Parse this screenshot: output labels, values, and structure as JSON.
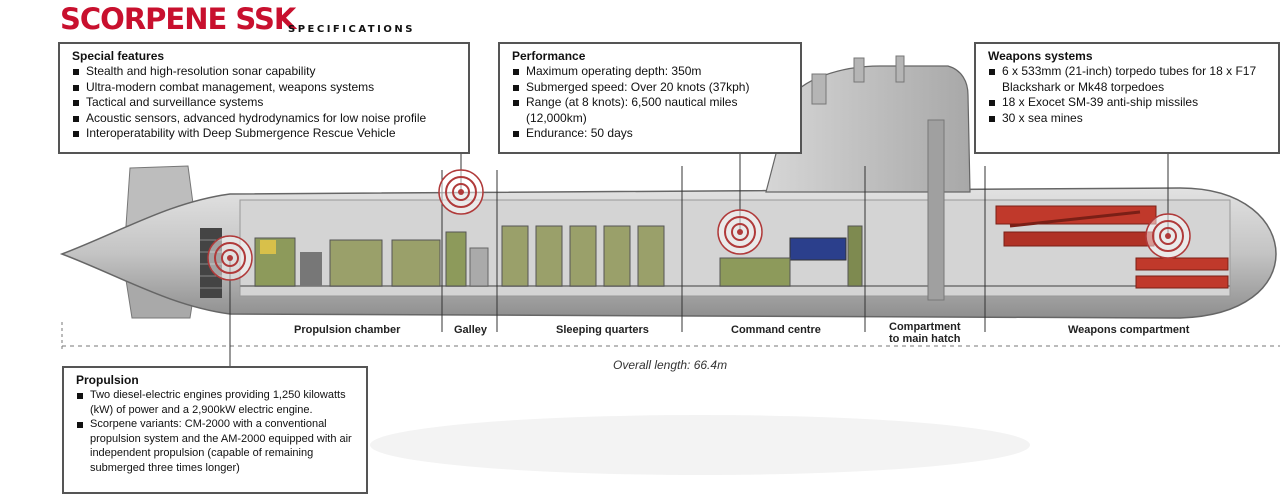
{
  "header": {
    "title": "SCORPENE SSK",
    "subtitle": "SPECIFICATIONS"
  },
  "colors": {
    "title_red": "#c8102e",
    "hull_grey": "#c4c4c4",
    "torpedo_red": "#c0392b",
    "callout_ring": "#b03a3a",
    "frame_grey": "#555555"
  },
  "callouts": {
    "special_features": {
      "title": "Special features",
      "items": [
        "Stealth and high-resolution sonar capability",
        "Ultra-modern combat management, weapons systems",
        "Tactical and surveillance systems",
        "Acoustic sensors, advanced hydrodynamics for low noise profile",
        "Interoperatability with Deep Submergence Rescue Vehicle"
      ]
    },
    "performance": {
      "title": "Performance",
      "items": [
        "Maximum operating depth: 350m",
        "Submerged speed: Over 20 knots (37kph)",
        "Range (at 8 knots): 6,500 nautical miles (12,000km)",
        "Endurance: 50 days"
      ]
    },
    "weapons_systems": {
      "title": "Weapons systems",
      "items": [
        "6 x 533mm (21-inch) torpedo tubes for 18 x F17 Blackshark or Mk48 torpedoes",
        "18 x Exocet SM-39 anti-ship missiles",
        "30 x sea mines"
      ]
    },
    "propulsion": {
      "title": "Propulsion",
      "items": [
        "Two diesel-electric engines providing 1,250 kilowatts (kW) of power and a 2,900kW electric engine.",
        "Scorpene variants: CM-2000 with a conventional propulsion system and the AM-2000 equipped with air independent propulsion (capable of remaining submerged three times longer)"
      ]
    }
  },
  "sections": {
    "propulsion_chamber": "Propulsion chamber",
    "galley": "Galley",
    "sleeping_quarters": "Sleeping quarters",
    "command_centre": "Command centre",
    "compartment_line1": "Compartment",
    "compartment_line2": "to main hatch",
    "weapons_compartment": "Weapons compartment"
  },
  "overall_length": "Overall length: 66.4m"
}
